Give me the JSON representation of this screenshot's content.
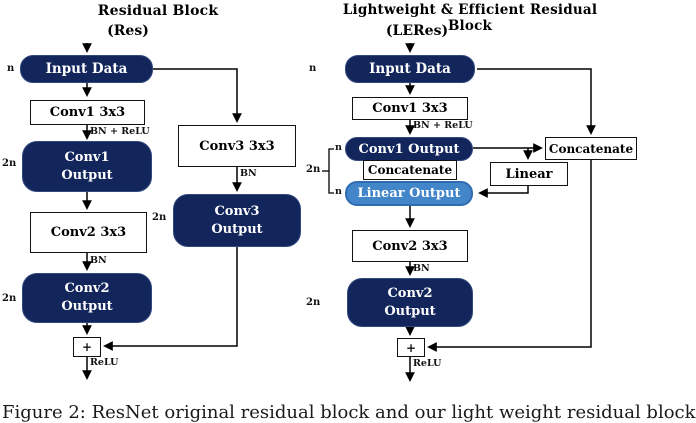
{
  "colors": {
    "navy": "#13265c",
    "light_blue": "#4285c8",
    "line": "#000000"
  },
  "left": {
    "title1": "Residual Block",
    "title2": "(Res)",
    "input": "Input Data",
    "conv1": "Conv1 3x3",
    "bn_relu": "BN + ReLU",
    "conv1_out1": "Conv1",
    "conv1_out2": "Output",
    "conv2": "Conv2 3x3",
    "bn_conv2": "BN",
    "conv2_out1": "Conv2",
    "conv2_out2": "Output",
    "conv3": "Conv3 3x3",
    "bn_conv3": "BN",
    "conv3_out1": "Conv3",
    "conv3_out2": "Output",
    "plus": "+",
    "relu": "ReLU",
    "dim_input": "n",
    "dim_conv1_out": "2n",
    "dim_conv3_out": "2n",
    "dim_conv2_out": "2n"
  },
  "right": {
    "title1": "Lightweight & Efficient Residual Block",
    "title2": "(LERes)",
    "input": "Input Data",
    "conv1": "Conv1 3x3",
    "bn_relu": "BN + ReLU",
    "conv1_out": "Conv1 Output",
    "concat_mid": "Concatenate",
    "linear_out": "Linear Output",
    "linear": "Linear",
    "concat_right": "Concatenate",
    "conv2": "Conv2 3x3",
    "bn_conv2": "BN",
    "conv2_out1": "Conv2",
    "conv2_out2": "Output",
    "plus": "+",
    "relu": "ReLU",
    "dim_input": "n",
    "dim_bracket_top": "n",
    "dim_bracket_bottom": "n",
    "dim_bracket": "2n",
    "dim_conv2_out": "2n"
  },
  "caption": "Figure 2: ResNet original residual block and our light weight residual block"
}
